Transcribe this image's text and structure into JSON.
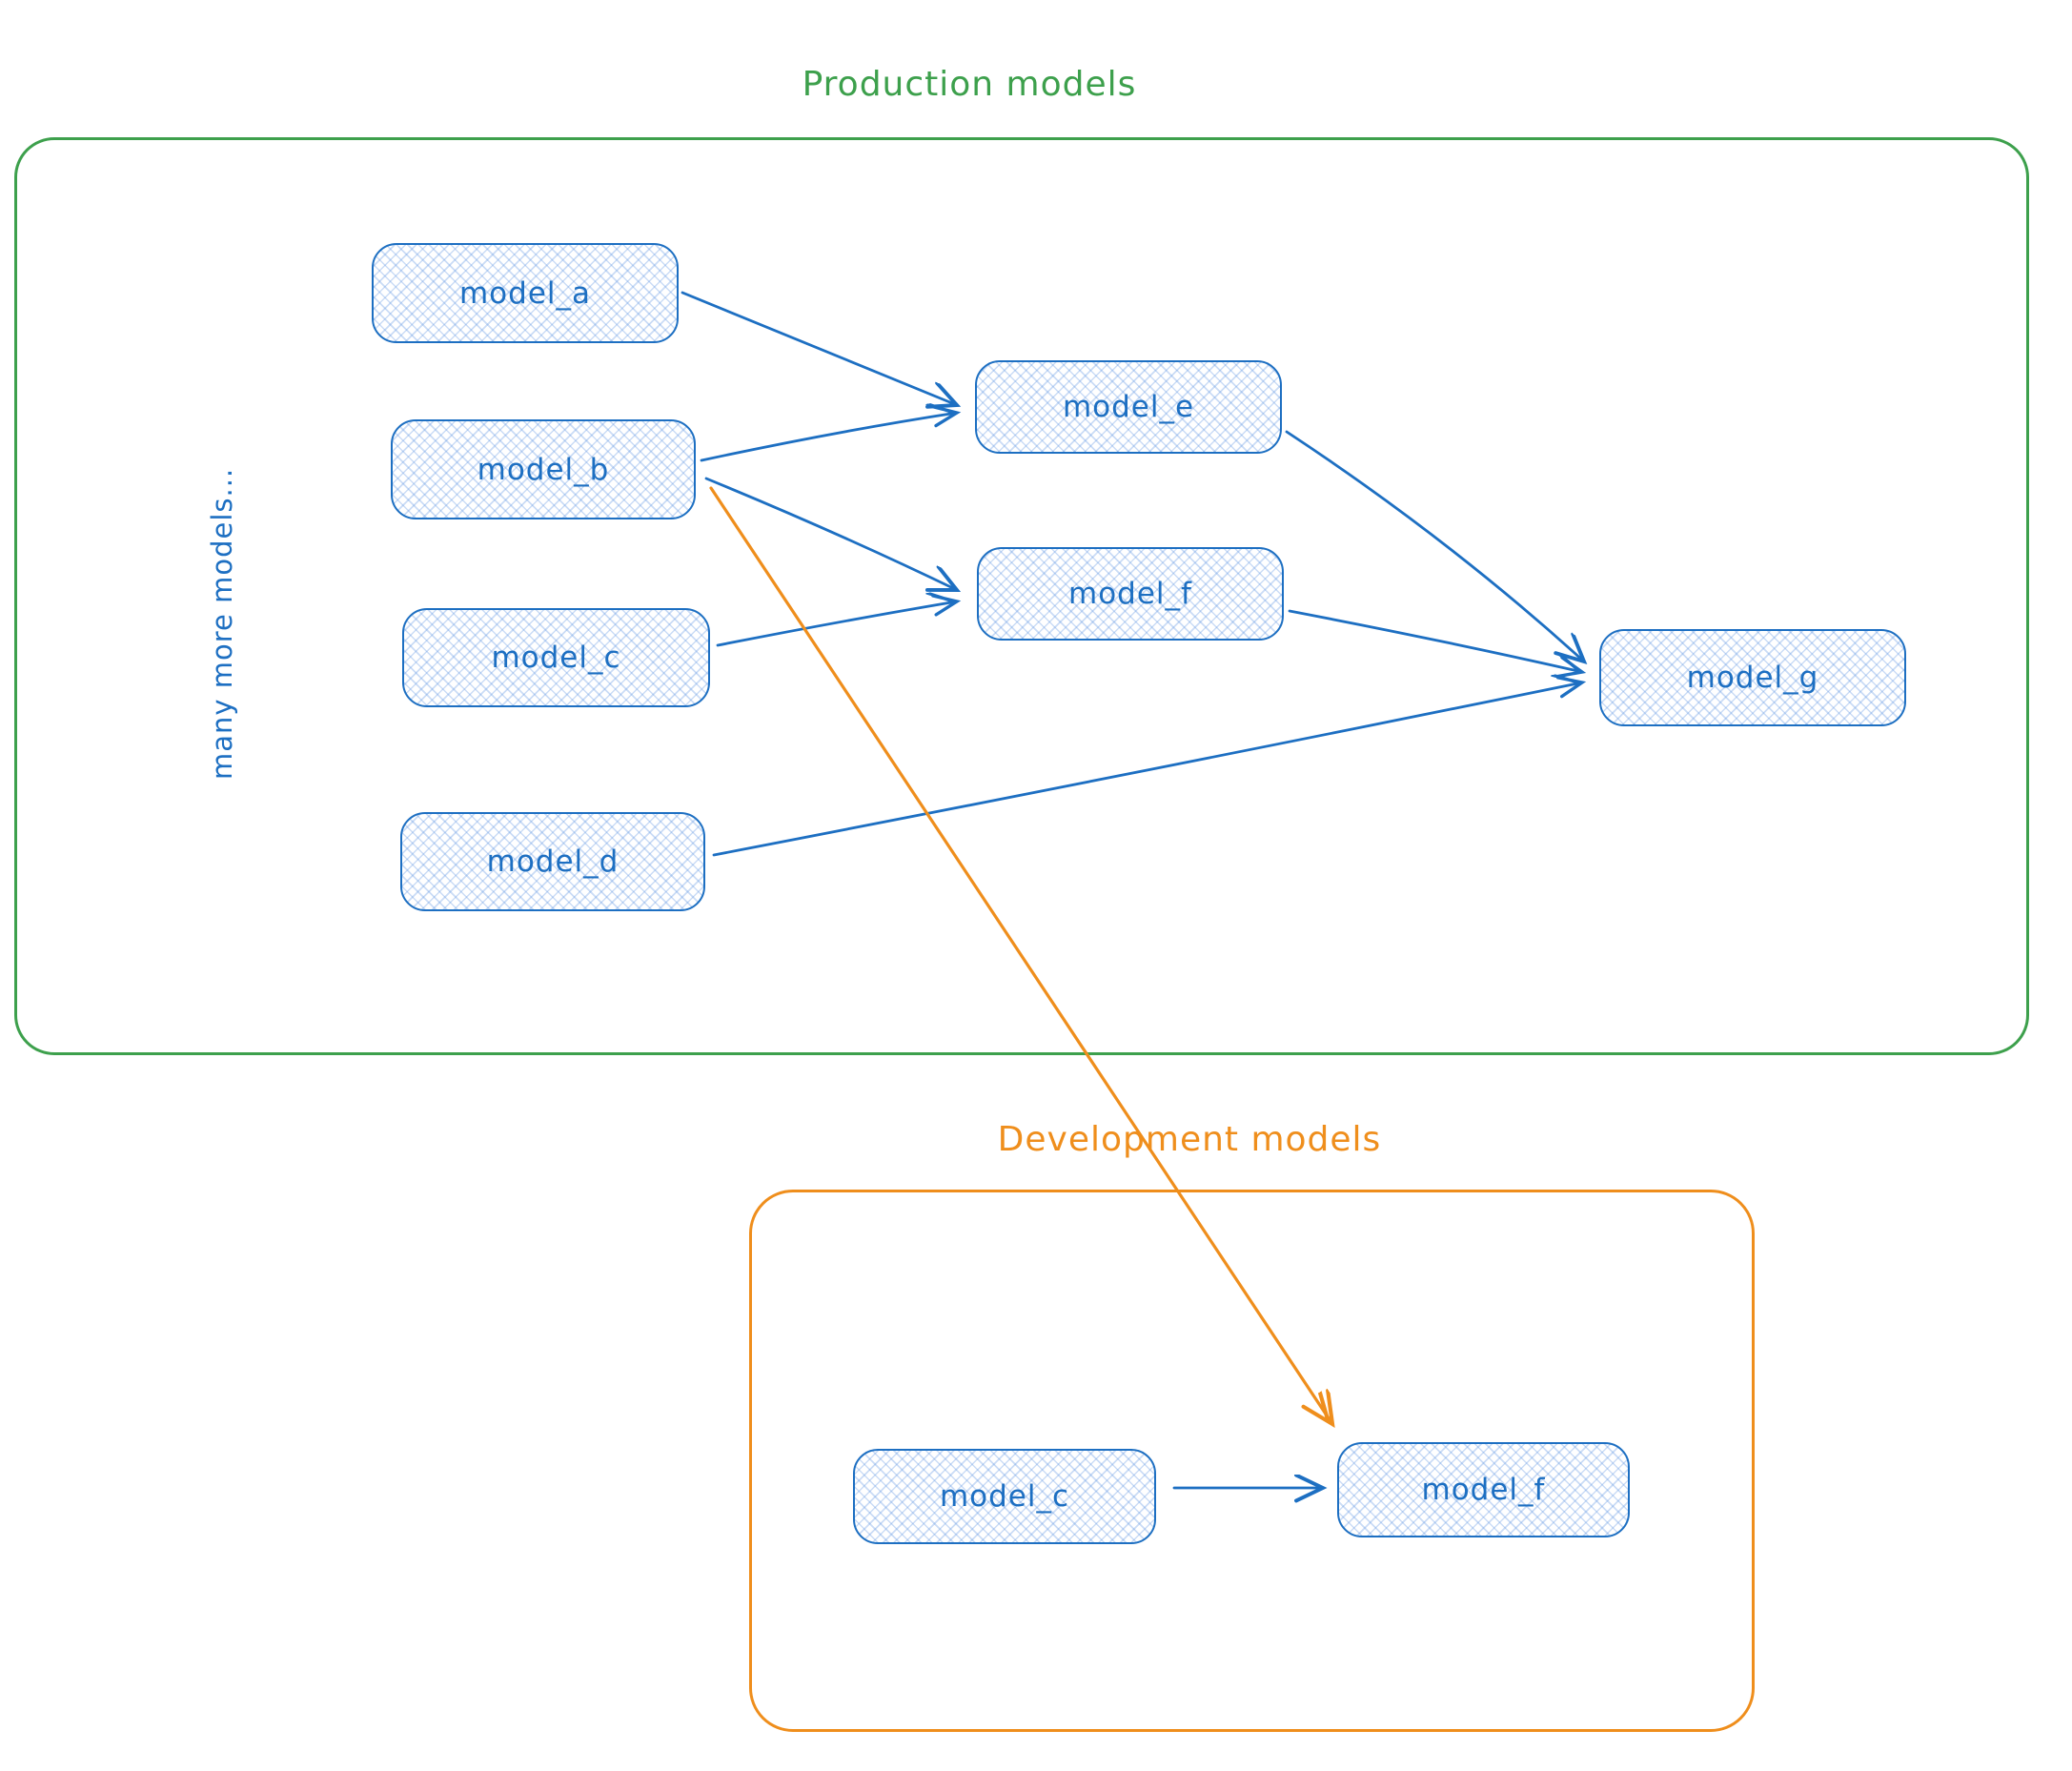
{
  "groups": {
    "production": {
      "title": "Production models",
      "border_color": "#3da04c"
    },
    "development": {
      "title": "Development models",
      "border_color": "#ef8e1c"
    }
  },
  "side_note": "many more models...",
  "nodes": {
    "model_a": "model_a",
    "model_b": "model_b",
    "model_c": "model_c",
    "model_d": "model_d",
    "model_e": "model_e",
    "model_f": "model_f",
    "model_g": "model_g",
    "dev_model_c": "model_c",
    "dev_model_f": "model_f"
  },
  "edges": [
    {
      "from": "model_a",
      "to": "model_e",
      "color": "blue"
    },
    {
      "from": "model_b",
      "to": "model_e",
      "color": "blue"
    },
    {
      "from": "model_b",
      "to": "model_f",
      "color": "blue"
    },
    {
      "from": "model_c",
      "to": "model_f",
      "color": "blue"
    },
    {
      "from": "model_e",
      "to": "model_g",
      "color": "blue"
    },
    {
      "from": "model_f",
      "to": "model_g",
      "color": "blue"
    },
    {
      "from": "model_d",
      "to": "model_g",
      "color": "blue"
    },
    {
      "from": "model_b",
      "to": "dev_model_f",
      "color": "orange"
    },
    {
      "from": "dev_model_c",
      "to": "dev_model_f",
      "color": "blue"
    }
  ],
  "colors": {
    "node_border": "#1d6fc2",
    "node_fill_hatch": "#aecbf0",
    "blue_text": "#1d6fc2",
    "green": "#3da04c",
    "orange": "#ef8e1c"
  }
}
